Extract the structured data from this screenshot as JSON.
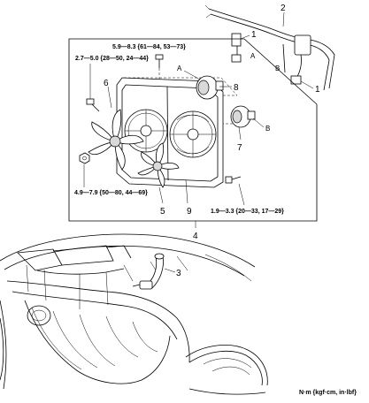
{
  "callouts": {
    "c1a": "1",
    "c1b": "1",
    "c2": "2",
    "c3": "3",
    "c4": "4",
    "c5": "5",
    "c6": "6",
    "c7": "7",
    "c8": "8",
    "c9": "9"
  },
  "connector_letters": {
    "a_harness": "A",
    "b_harness": "B",
    "a_motor": "A",
    "b_motor": "B"
  },
  "torque_specs": {
    "top_bolt": "5.9—8.3 {61—84, 53—73}",
    "left_bolt": "2.7—5.0 {28—50, 24—44}",
    "nut": "4.9—7.9 {50—80, 44—69}",
    "bottom_bolt": "1.9—3.3 {20—33, 17—29}"
  },
  "units_note": "N·m {kgf·cm, in·lbf}"
}
